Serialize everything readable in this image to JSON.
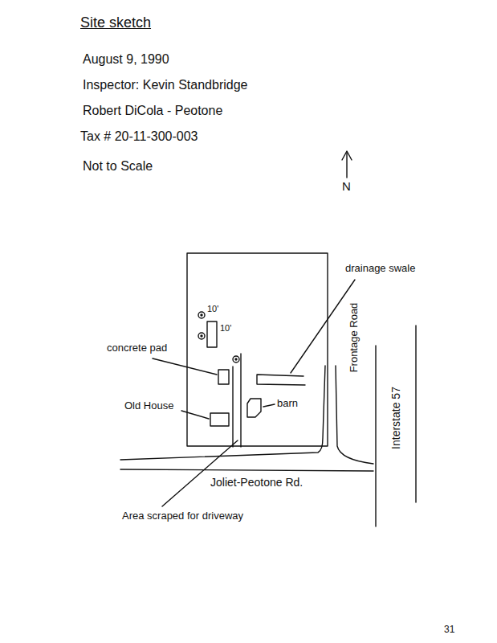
{
  "diagram": {
    "title": "Site sketch",
    "labels": [
      "August 9, 1990",
      "Inspector: Kevin Standbridge",
      "Robert DiCola - Peotone",
      "Tax # 20-11-300-003",
      "Not to Scale",
      "N",
      "10'",
      "10'",
      "concrete pad",
      "Old House",
      "drainage swale",
      "barn",
      "Frontage Road",
      "Interstate 57",
      "Joliet-Peotone Rd.",
      "Area scraped for driveway",
      "31"
    ]
  }
}
